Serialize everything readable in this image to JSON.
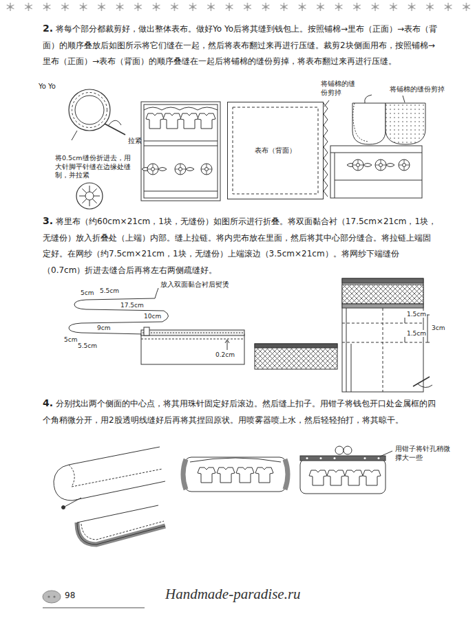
{
  "diagram": {
    "nodes": [
      {
        "text": [
          "表布（背面）"
        ]
      }
    ],
    "labels": [
      "2.",
      "将每个部分都裁剪好，做出整体表布。做好Yo Yo后将其缝到钱包上。按照铺棉→里布（正面）→表布（背面）的顺序叠放后如图所示将它们缝在一起，然后将表布翻过来再进行压缝。裁剪2块侧面用布，按照铺棉→里布（正面）→表布（背面）的顺序叠缝在一起后将铺棉的缝份剪掉，将表布翻过来再进行压缝。",
      "Yo Yo",
      "拉紧",
      "将0.5cm缝份折进去，用大针脚平针缝在边缘处缝制，并拉紧",
      "将铺棉的缝份剪掉",
      "将铺棉的缝份剪掉",
      "3.",
      "将里布（约60cm×21cm，1块，无缝份）如图所示进行折叠。将双面黏合衬（17.5cm×21cm，1块，无缝份）放入折叠处（上端）内部。缝上拉链。将内兜布放在里面，然后将其中心部分缝合。将拉链上端固定好。在网纱（约7.5cm×21cm，1块，无缝份）上端滚边（3.5cm×21cm）。将网纱下端缝份（0.7cm）折进去缝合后再将左右两侧疏缝好。",
      "5cm",
      "5.5cm",
      "17.5cm",
      "放入双面黏合衬后熨烫",
      "10cm",
      "9cm",
      "5cm",
      "5.5cm",
      "0.2cm",
      "1.5cm",
      "1.5cm",
      "3cm",
      "4.",
      "分别找出两个侧面的中心点，将其用珠针固定好后滚边。然后缝上扣子。用钳子将钱包开口处金属框的四个角稍微分开，用2股透明线缝好后再将其捏回原状。用喷雾器喷上水，然后轻轻拍打，将其晾干。",
      "用钳子将针孔稍微撑大一些",
      "98",
      "Handmade-paradise.ru"
    ]
  }
}
